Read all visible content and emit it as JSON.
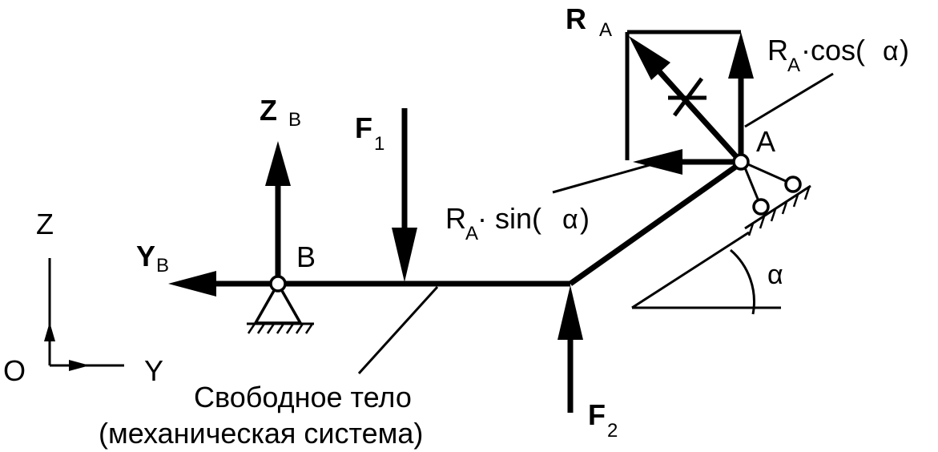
{
  "labels": {
    "ra_main": "R",
    "ra_main_sub": "A",
    "ra_cos": "R",
    "ra_cos_sub": "A",
    "ra_cos_rest": "·cos(",
    "ra_sin": "R",
    "ra_sin_sub": "A",
    "ra_sin_rest": "· sin(",
    "alpha": "α",
    "close_paren": ")",
    "point_a": "A",
    "point_b": "B",
    "zb": "Z",
    "zb_sub": "B",
    "yb": "Y",
    "yb_sub": "B",
    "f1": "F",
    "f1_sub": "1",
    "f2": "F",
    "f2_sub": "2",
    "axis_z": "Z",
    "axis_y": "Y",
    "axis_o": "O",
    "caption_line1": "Свободное тело",
    "caption_line2": "(механическая система)"
  }
}
